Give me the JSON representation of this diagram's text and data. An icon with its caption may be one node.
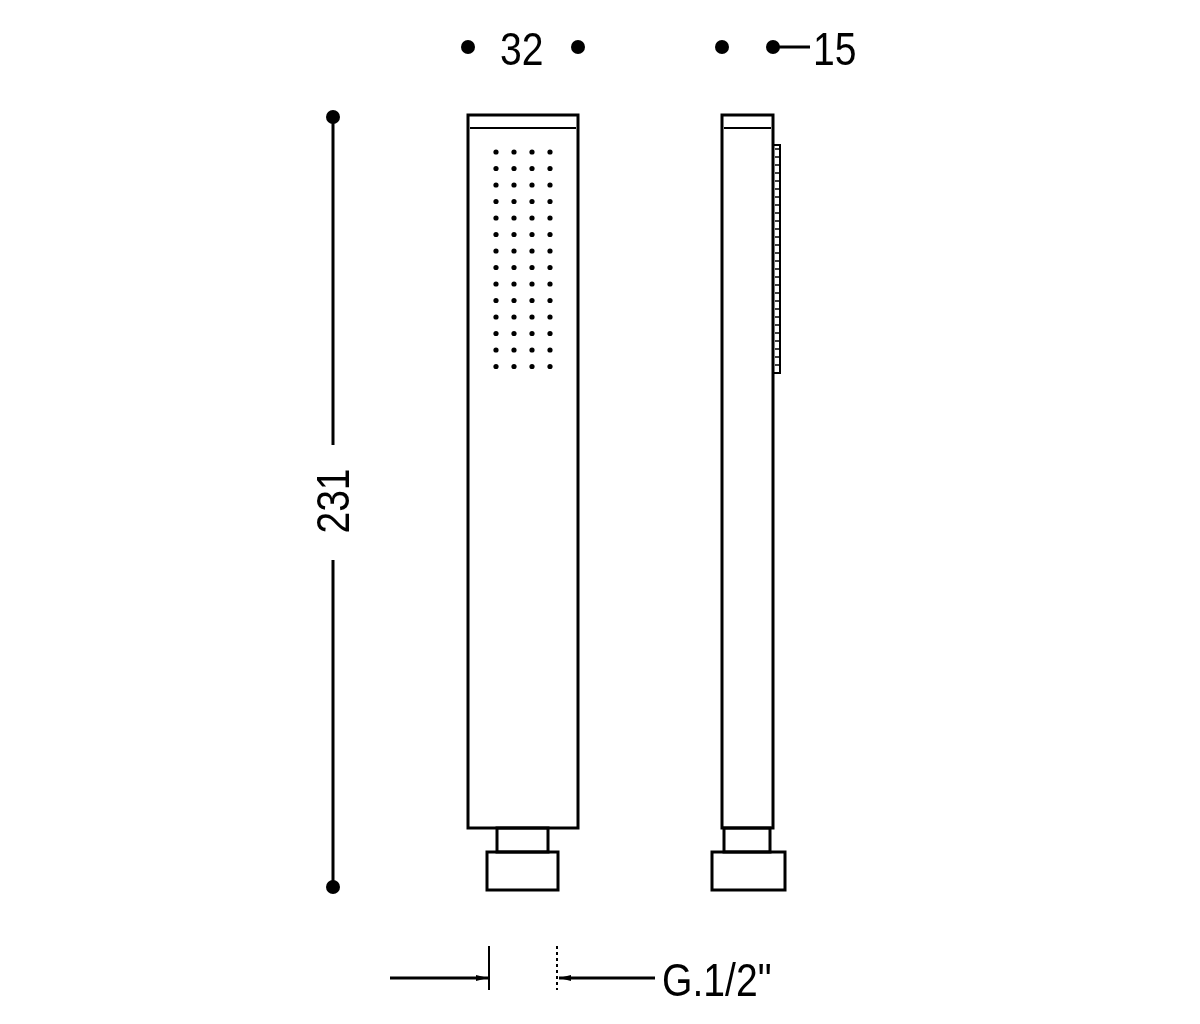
{
  "diagram": {
    "labels": [
      "32",
      "15",
      "231",
      "G.1/2\""
    ]
  }
}
